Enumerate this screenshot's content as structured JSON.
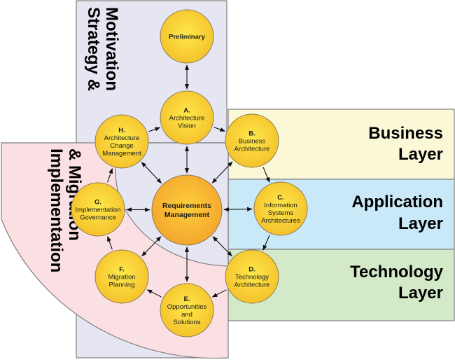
{
  "zones": {
    "strategy": {
      "lines": [
        "Strategy &",
        "Motivation"
      ],
      "color": "#e6e6f3"
    },
    "implementation": {
      "lines": [
        "Implementation",
        "& Migration"
      ],
      "color": "#fbe0e3"
    }
  },
  "layers": [
    {
      "id": "business",
      "lines": [
        "Business",
        "Layer"
      ],
      "color": "#fbf8d8"
    },
    {
      "id": "application",
      "lines": [
        "Application",
        "Layer"
      ],
      "color": "#c9e8f8"
    },
    {
      "id": "technology",
      "lines": [
        "Technology",
        "Layer"
      ],
      "color": "#d4e9c8"
    }
  ],
  "colors": {
    "node": "#f7c830",
    "node_center": "#f6b130",
    "node_stroke": "#8a7a55",
    "border": "#7f7f7f"
  },
  "center": {
    "id": "requirements",
    "lines": [
      "Requirements",
      "Management"
    ]
  },
  "nodes": [
    {
      "id": "preliminary",
      "letter": "",
      "lines": [
        "Preliminary"
      ]
    },
    {
      "id": "a",
      "letter": "A.",
      "lines": [
        "Architecture",
        "Vision"
      ]
    },
    {
      "id": "b",
      "letter": "B.",
      "lines": [
        "Business",
        "Architecture"
      ]
    },
    {
      "id": "c",
      "letter": "C.",
      "lines": [
        "Information",
        "Systems",
        "Architectures"
      ]
    },
    {
      "id": "d",
      "letter": "D.",
      "lines": [
        "Technology",
        "Architecture"
      ]
    },
    {
      "id": "e",
      "letter": "E.",
      "lines": [
        "Opportunities",
        "and",
        "Solutions"
      ]
    },
    {
      "id": "f",
      "letter": "F.",
      "lines": [
        "Migration",
        "Planning"
      ]
    },
    {
      "id": "g",
      "letter": "G.",
      "lines": [
        "Implementation",
        "Governance"
      ]
    },
    {
      "id": "h",
      "letter": "H.",
      "lines": [
        "Architecture",
        "Change",
        "Management"
      ]
    }
  ],
  "edges": [
    {
      "from": "preliminary",
      "to": "a",
      "bidirectional": true
    },
    {
      "from": "a",
      "to": "b",
      "bidirectional": false
    },
    {
      "from": "b",
      "to": "c",
      "bidirectional": false
    },
    {
      "from": "c",
      "to": "d",
      "bidirectional": false
    },
    {
      "from": "d",
      "to": "e",
      "bidirectional": false
    },
    {
      "from": "e",
      "to": "f",
      "bidirectional": false
    },
    {
      "from": "f",
      "to": "g",
      "bidirectional": false
    },
    {
      "from": "g",
      "to": "h",
      "bidirectional": false
    },
    {
      "from": "h",
      "to": "a",
      "bidirectional": false
    },
    {
      "from": "requirements",
      "to": "a",
      "bidirectional": true
    },
    {
      "from": "requirements",
      "to": "b",
      "bidirectional": true
    },
    {
      "from": "requirements",
      "to": "c",
      "bidirectional": true
    },
    {
      "from": "requirements",
      "to": "d",
      "bidirectional": true
    },
    {
      "from": "requirements",
      "to": "e",
      "bidirectional": true
    },
    {
      "from": "requirements",
      "to": "f",
      "bidirectional": true
    },
    {
      "from": "requirements",
      "to": "g",
      "bidirectional": true
    },
    {
      "from": "requirements",
      "to": "h",
      "bidirectional": true
    }
  ]
}
